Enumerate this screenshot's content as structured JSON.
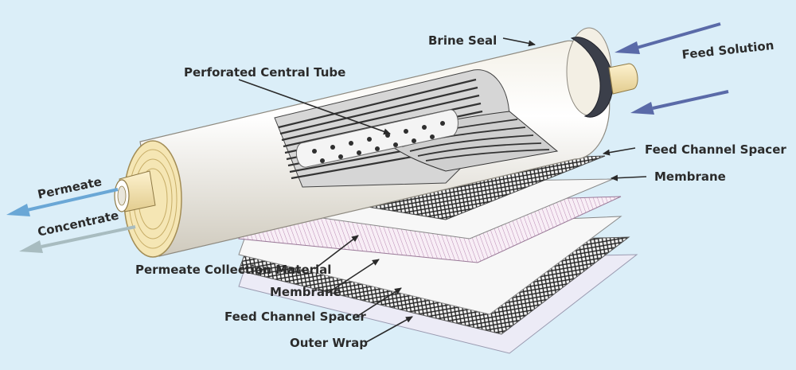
{
  "labels": {
    "brine_seal": "Brine Seal",
    "feed_solution": "Feed Solution",
    "perforated_central_tube": "Perforated Central Tube",
    "feed_channel_spacer_top": "Feed Channel Spacer",
    "membrane_top": "Membrane",
    "permeate": "Permeate",
    "concentrate": "Concentrate",
    "permeate_collection_material": "Permeate Collection Material",
    "membrane_bottom": "Membrane",
    "feed_channel_spacer_bottom": "Feed Channel Spacer",
    "outer_wrap": "Outer Wrap"
  },
  "colors": {
    "background": "#dbeef8",
    "feed_arrow": "#5a6aa8",
    "permeate_arrow": "#6aa7d6",
    "concentrate_arrow": "#a8bcc0",
    "brine_seal": "#3b3f4a"
  }
}
